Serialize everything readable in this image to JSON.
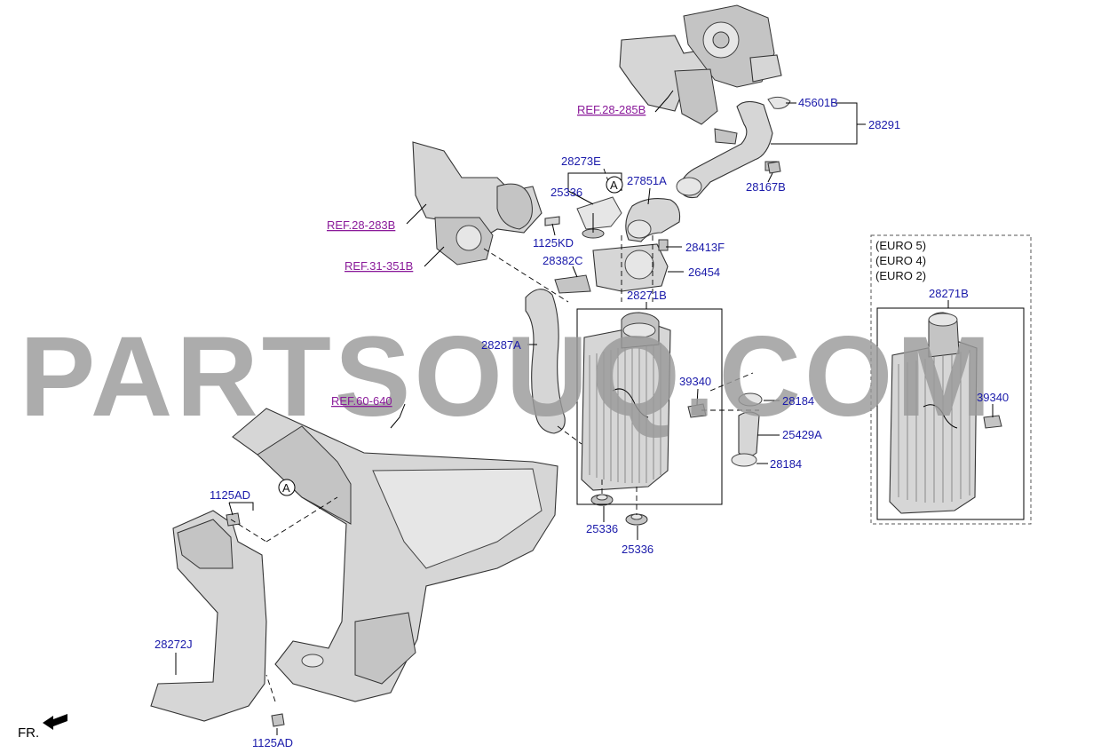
{
  "watermark": "PARTSOUQ.COM",
  "orientation": {
    "label": "FR."
  },
  "callout_marker": {
    "label": "A"
  },
  "variants": {
    "lines": [
      "(EURO 5)",
      "(EURO 4)",
      "(EURO 2)"
    ]
  },
  "references": {
    "ref_28_285b": "REF.28-285B",
    "ref_28_283b": "REF.28-283B",
    "ref_31_351b": "REF.31-351B",
    "ref_60_640": "REF.60-640"
  },
  "parts": {
    "p45601b": "45601B",
    "p28291": "28291",
    "p28167b": "28167B",
    "p28273e": "28273E",
    "p25336_top": "25336",
    "p27851a": "27851A",
    "p1125kd": "1125KD",
    "p28413f": "28413F",
    "p28382c": "28382C",
    "p26454": "26454",
    "p28271b": "28271B",
    "p28271b_alt": "28271B",
    "p28287a": "28287A",
    "p39340": "39340",
    "p39340_alt": "39340",
    "p28184_a": "28184",
    "p25429a": "25429A",
    "p28184_b": "28184",
    "p25336_b1": "25336",
    "p25336_b2": "25336",
    "p1125ad_top": "1125AD",
    "p1125ad_bottom": "1125AD",
    "p28272j": "28272J"
  },
  "colors": {
    "part_number": "#1a1aaa",
    "reference": "#8a1a9a",
    "watermark": "#9a9a9a"
  }
}
